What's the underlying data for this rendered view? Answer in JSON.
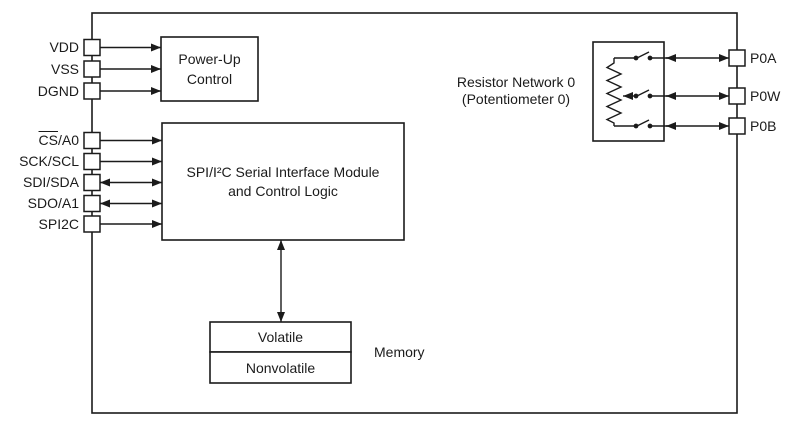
{
  "colors": {
    "ink": "#1b1b1b",
    "background": "#ffffff"
  },
  "pins": {
    "left_power": [
      "VDD",
      "VSS",
      "DGND"
    ],
    "cs_pin": {
      "overline": "CS",
      "rest": "/A0"
    },
    "left_serial": [
      "SCK/SCL",
      "SDI/SDA",
      "SDO/A1",
      "SPI2C"
    ],
    "right": [
      "P0A",
      "P0W",
      "P0B"
    ]
  },
  "blocks": {
    "power_up": "Power-Up\nControl",
    "serial_interface": "SPI/I²C Serial Interface Module\nand Control Logic",
    "resistor_network": "Resistor Network 0\n(Potentiometer 0)",
    "volatile": "Volatile",
    "nonvolatile": "Nonvolatile",
    "memory": "Memory"
  }
}
